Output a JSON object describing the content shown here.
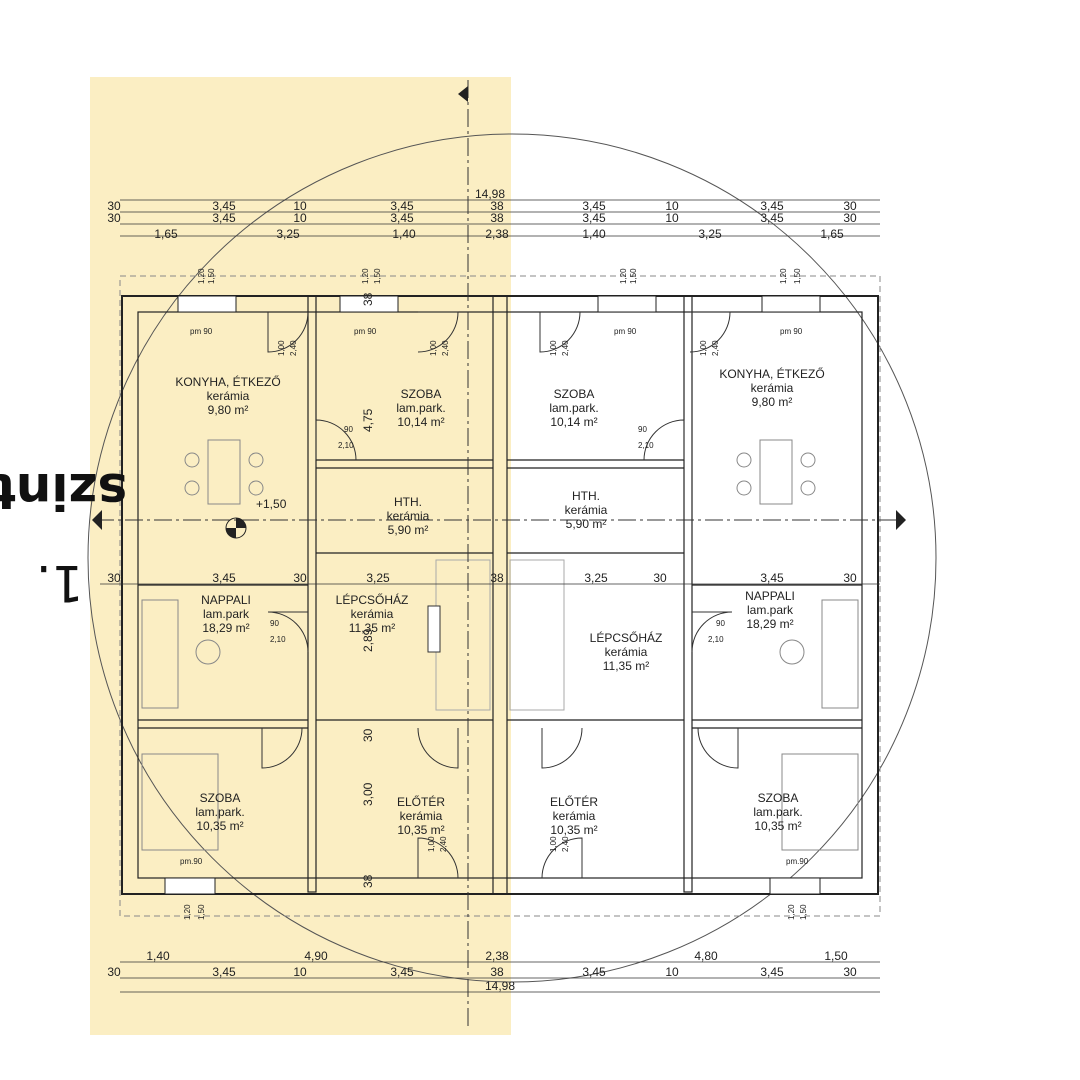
{
  "floor_label": {
    "number": "1.",
    "word": "szint"
  },
  "highlight_color": "#fbeec3",
  "top_dims": {
    "total": "14,98",
    "row1": [
      "30",
      "3,45",
      "10",
      "3,45",
      "38",
      "3,45",
      "10",
      "3,45",
      "30"
    ],
    "row2": [
      "30",
      "3,45",
      "10",
      "3,45",
      "38",
      "3,45",
      "10",
      "3,45",
      "30"
    ],
    "row3": [
      "1,65",
      "3,25",
      "1,40",
      "2,38",
      "1,40",
      "3,25",
      "1,65"
    ]
  },
  "mid_dims": [
    "30",
    "3,45",
    "30",
    "3,25",
    "38",
    "3,25",
    "30",
    "3,45",
    "30"
  ],
  "bottom_dims": {
    "row1": [
      "1,40",
      "4,90",
      "2,38",
      "4,80",
      "1,50"
    ],
    "row2": [
      "30",
      "3,45",
      "10",
      "3,45",
      "38",
      "3,45",
      "10",
      "3,45",
      "30"
    ],
    "total": "14,98"
  },
  "rooms": {
    "kitchen_l": {
      "name": "KONYHA, ÉTKEZŐ",
      "floor": "kerámia",
      "area": "9,80 m²"
    },
    "szoba1_l": {
      "name": "SZOBA",
      "floor": "lam.park.",
      "area": "10,14 m²"
    },
    "hth_l": {
      "name": "HTH.",
      "floor": "kerámia",
      "area": "5,90 m²"
    },
    "nappali_l": {
      "name": "NAPPALI",
      "floor": "lam.park",
      "area": "18,29 m²"
    },
    "lepcso_l": {
      "name": "LÉPCSŐHÁZ",
      "floor": "kerámia",
      "area": "11,35 m²"
    },
    "szoba2_l": {
      "name": "SZOBA",
      "floor": "lam.park.",
      "area": "10,35 m²"
    },
    "eloter_l": {
      "name": "ELŐTÉR",
      "floor": "kerámia",
      "area": "10,35 m²"
    },
    "kitchen_r": {
      "name": "KONYHA, ÉTKEZŐ",
      "floor": "kerámia",
      "area": "9,80 m²"
    },
    "szoba1_r": {
      "name": "SZOBA",
      "floor": "lam.park.",
      "area": "10,14 m²"
    },
    "hth_r": {
      "name": "HTH.",
      "floor": "kerámia",
      "area": "5,90 m²"
    },
    "nappali_r": {
      "name": "NAPPALI",
      "floor": "lam.park",
      "area": "18,29 m²"
    },
    "lepcso_r": {
      "name": "LÉPCSŐHÁZ",
      "floor": "kerámia",
      "area": "11,35 m²"
    },
    "szoba2_r": {
      "name": "SZOBA",
      "floor": "lam.park.",
      "area": "10,35 m²"
    },
    "eloter_r": {
      "name": "ELŐTÉR",
      "floor": "kerámia",
      "area": "10,35 m²"
    }
  },
  "labels": {
    "level": "+1,50",
    "pm90": "pm 90",
    "pm90b": "pm.90",
    "d475": "4,75",
    "d289": "2,89",
    "d300": "3,00",
    "d30": "30",
    "d38": "38",
    "d90": "90",
    "d210": "2,10",
    "d120": "1,20",
    "d150": "1,50",
    "d100": "1,00",
    "d240": "2,40"
  }
}
